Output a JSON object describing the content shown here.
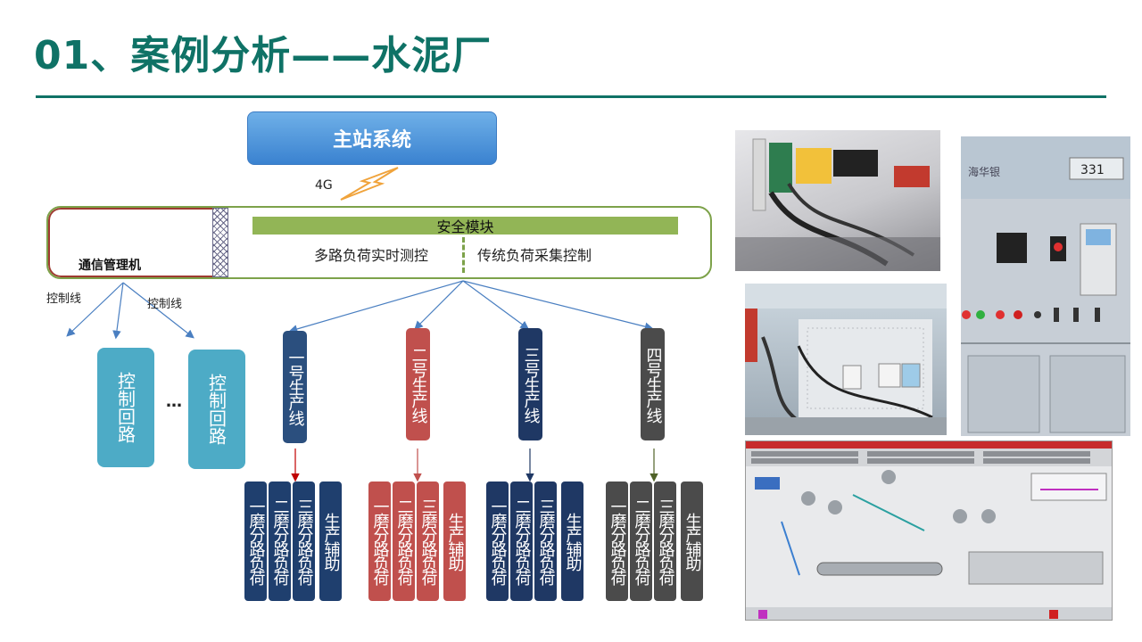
{
  "title": "01、案例分析——水泥厂",
  "master_station": "主站系统",
  "link_label": "4G",
  "gateway": {
    "label": "通信管理机",
    "security_module": "安全模块",
    "multi_load": "多路负荷实时测控",
    "traditional_load": "传统负荷采集控制"
  },
  "control_line_labels": [
    "控制线",
    "控制线"
  ],
  "control_loops": [
    "控制回路",
    "控制回路"
  ],
  "ellipsis": "…",
  "production_lines": [
    {
      "label": "一号生产线",
      "color": "#2b4f7e",
      "arrow_color": "#c00000",
      "subs": [
        "一磨分路负荷",
        "二磨分路负荷",
        "三磨分路负荷",
        "生产辅助"
      ]
    },
    {
      "label": "二号生产线",
      "color": "#c0504d",
      "arrow_color": "#c0504d",
      "subs": [
        "一磨分路负荷",
        "二磨分路负荷",
        "三磨分路负荷",
        "生产辅助"
      ]
    },
    {
      "label": "三号生产线",
      "color": "#1f3864",
      "arrow_color": "#1f3864",
      "subs": [
        "一磨分路负荷",
        "二磨分路负荷",
        "三磨分路负荷",
        "生产辅助"
      ]
    },
    {
      "label": "四号生产线",
      "color": "#4b4b4b",
      "arrow_color": "#4f6228",
      "subs": [
        "一磨分路负荷",
        "二磨分路负荷",
        "三磨分路负荷",
        "生产辅助"
      ]
    }
  ],
  "photo_texts": {
    "panel_number": "331",
    "panel_brand": "海华银"
  },
  "colors": {
    "title": "#0f7266",
    "connector": "#4a7fc1",
    "lightning": "#f0a33b",
    "control_loop": "#4dabc6"
  }
}
